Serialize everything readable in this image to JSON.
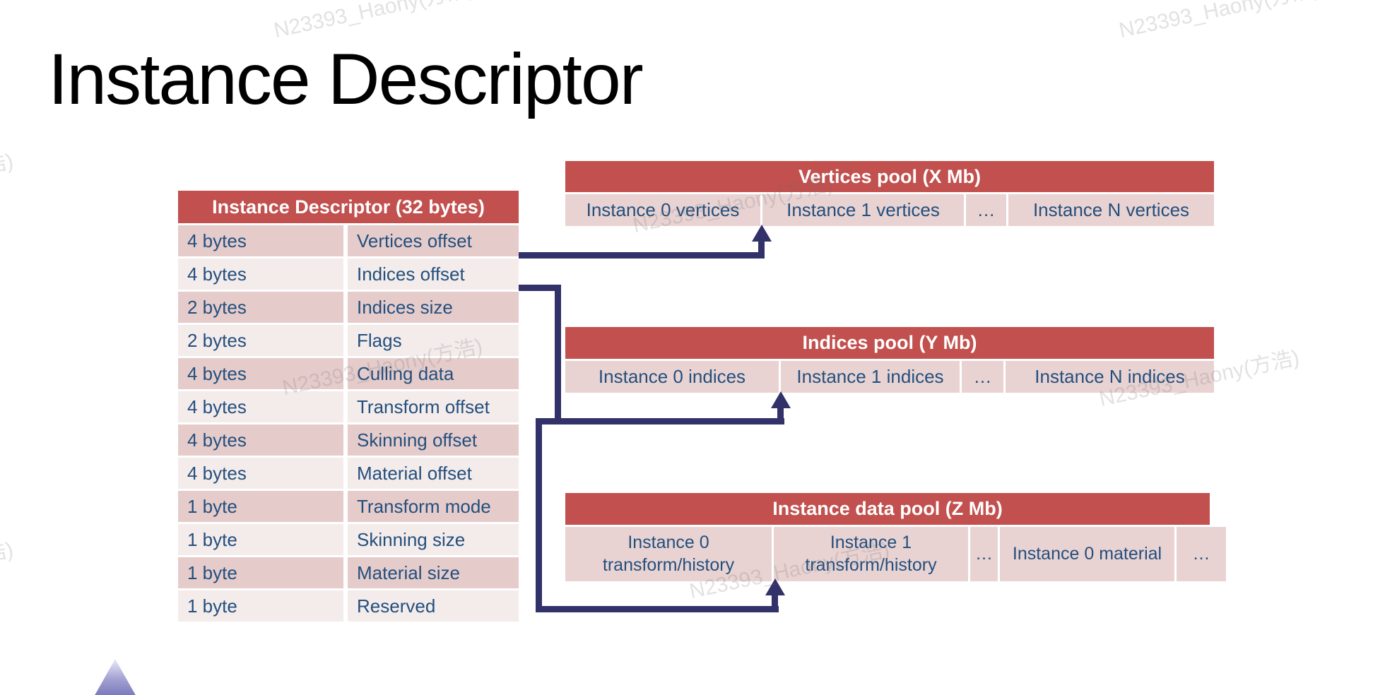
{
  "title": "Instance Descriptor",
  "watermark": {
    "text": "N23393_Haony(方浩)"
  },
  "descriptor_table": {
    "header": "Instance Descriptor (32 bytes)",
    "rows": [
      {
        "size": "4 bytes",
        "field": "Vertices offset"
      },
      {
        "size": "4 bytes",
        "field": "Indices offset"
      },
      {
        "size": "2 bytes",
        "field": "Indices size"
      },
      {
        "size": "2 bytes",
        "field": "Flags"
      },
      {
        "size": "4 bytes",
        "field": "Culling data"
      },
      {
        "size": "4 bytes",
        "field": "Transform offset"
      },
      {
        "size": "4 bytes",
        "field": "Skinning offset"
      },
      {
        "size": "4 bytes",
        "field": "Material offset"
      },
      {
        "size": "1 byte",
        "field": "Transform mode"
      },
      {
        "size": "1 byte",
        "field": "Skinning size"
      },
      {
        "size": "1 byte",
        "field": "Material size"
      },
      {
        "size": "1 byte",
        "field": "Reserved"
      }
    ]
  },
  "pools": {
    "vertices": {
      "header": "Vertices pool (X Mb)",
      "cells": [
        "Instance 0 vertices",
        "Instance 1 vertices",
        "…",
        "Instance N vertices"
      ]
    },
    "indices": {
      "header": "Indices pool (Y Mb)",
      "cells": [
        "Instance 0 indices",
        "Instance 1 indices",
        "…",
        "Instance N indices"
      ]
    },
    "data": {
      "header": "Instance data pool (Z Mb)",
      "cells": [
        "Instance 0 transform/history",
        "Instance 1 transform/history",
        "…",
        "Instance 0 material",
        "…"
      ]
    }
  },
  "colors": {
    "table_header_red": "#C1504E",
    "row_dark_pink": "#E5CCCB",
    "row_light_pink": "#F4ECEB",
    "pool_cell_pink": "#E9D3D2",
    "text_navy": "#234F7E",
    "arrow_indigo": "#32316A",
    "triangle_purple": "#6A69B3"
  }
}
